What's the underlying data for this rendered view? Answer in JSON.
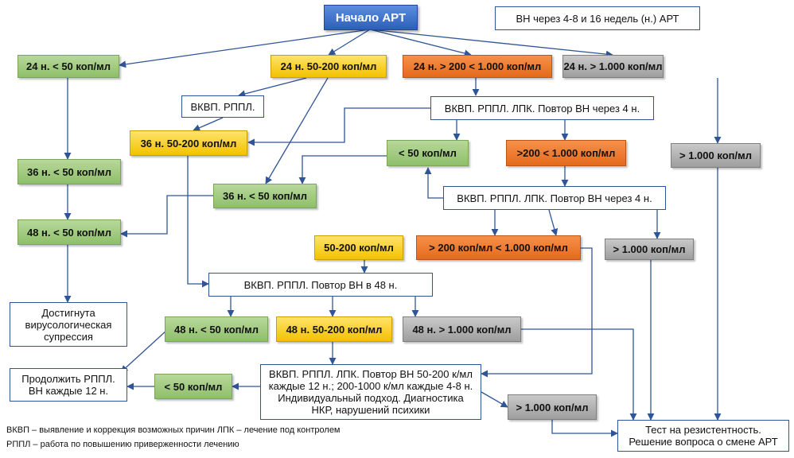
{
  "nodes": {
    "start": "Начало АРТ",
    "vn_timing": "ВН через 4-8 и 16 недель (н.) АРТ",
    "w24_lt50": "24 н. < 50 коп/мл",
    "w24_50_200": "24 н. 50-200 коп/мл",
    "w24_200_1000": "24 н. > 200 < 1.000 коп/мл",
    "w24_gt1000": "24 н. > 1.000 коп/мл",
    "vkvp_rppl": "ВКВП. РППЛ.",
    "vkvp_lpk_repeat_1": "ВКВП. РППЛ. ЛПК. Повтор ВН через 4 н.",
    "w36_50_200": "36 н. 50-200 коп/мл",
    "lt50_a": "< 50 коп/мл",
    "r200_1000": ">200 < 1.000 коп/мл",
    "gt1000_a": "> 1.000 коп/мл",
    "w36_lt50_left": "36 н. < 50 коп/мл",
    "w36_lt50_mid": "36 н. < 50 коп/мл",
    "vkvp_lpk_repeat_2": "ВКВП. РППЛ. ЛПК. Повтор ВН через 4 н.",
    "w48_lt50_left": "48 н. < 50 коп/мл",
    "r50_200": "50-200 коп/мл",
    "r200_1000_b": "> 200 коп/мл < 1.000 коп/мл",
    "gt1000_b": "> 1.000 коп/мл",
    "vkvp_repeat_48": "ВКВП. РППЛ. Повтор ВН в 48 н.",
    "achieved": "Достигнута вирусологическая супрессия",
    "w48_lt50": "48 н. < 50 коп/мл",
    "w48_50_200": "48 н. 50-200 коп/мл",
    "w48_gt1000": "48 н. > 1.000 коп/мл",
    "continue_rppl": "Продолжить РППЛ. ВН каждые 12 н.",
    "lt50_b": "< 50 коп/мл",
    "individual": "ВКВП. РППЛ. ЛПК. Повтор ВН 50-200 к/мл каждые 12 н.; 200-1000 к/мл каждые 4-8 н. Индивидуальный подход. Диагностика НКР, нарушений психики",
    "gt1000_c": "> 1.000 коп/мл",
    "resistance": "Тест на резистентность. Решение вопроса о смене АРТ"
  },
  "legend": {
    "line1": "ВКВП – выявление и коррекция возможных причин     ЛПК – лечение под контролем",
    "line2": "РППЛ – работа по повышению приверженности лечению"
  },
  "colors": {
    "arrow": "#2f5597",
    "green": "#9ac97a",
    "yellow": "#ffd11a",
    "orange": "#ee7b30",
    "gray": "#b0b0b0",
    "blue": "#3a6fc9"
  }
}
